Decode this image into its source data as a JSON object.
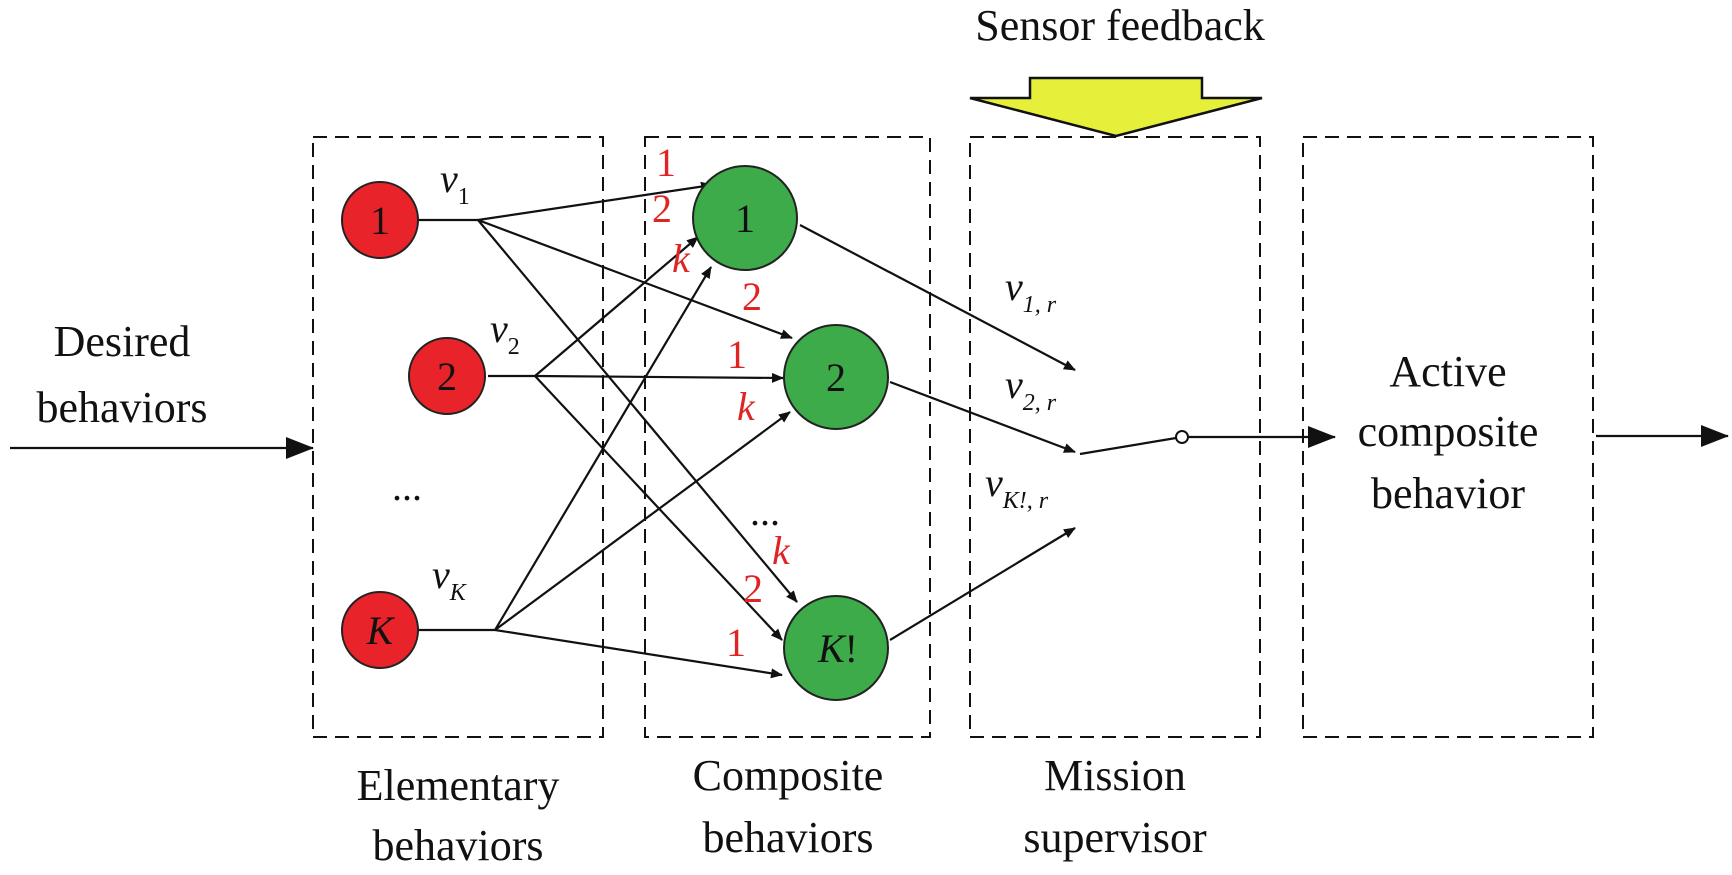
{
  "labels": {
    "sensor_feedback": "Sensor feedback",
    "desired_line1": "Desired",
    "desired_line2": "behaviors",
    "active_line1": "Active",
    "active_line2": "composite",
    "active_line3": "behavior",
    "elementary_line1": "Elementary",
    "elementary_line2": "behaviors",
    "composite_line1": "Composite",
    "composite_line2": "behaviors",
    "mission_line1": "Mission",
    "mission_line2": "supervisor",
    "ellipsis": "..."
  },
  "elementary_nodes": [
    "1",
    "2",
    "K"
  ],
  "composite_nodes": [
    "1",
    "2",
    "K!"
  ],
  "signal_labels": {
    "v1_base": "v",
    "v1_sub": "1",
    "v2_base": "v",
    "v2_sub": "2",
    "vK_base": "v",
    "vK_sub": "K",
    "v1r_base": "v",
    "v1r_sub": "1, r",
    "v2r_base": "v",
    "v2r_sub": "2, r",
    "vKr_base": "v",
    "vKr_sub": "K!, r"
  },
  "input_indices": {
    "c1_a": "1",
    "c1_b": "2",
    "c1_c": "k",
    "c2_a": "2",
    "c2_b": "1",
    "c2_c": "k",
    "c3_a": "k",
    "c3_b": "2",
    "c3_c": "1"
  },
  "colors": {
    "elementary_node": "#e8242a",
    "composite_node": "#3dab4a",
    "sensor_arrow": "#e6ef3a",
    "index_text": "#e02424"
  }
}
